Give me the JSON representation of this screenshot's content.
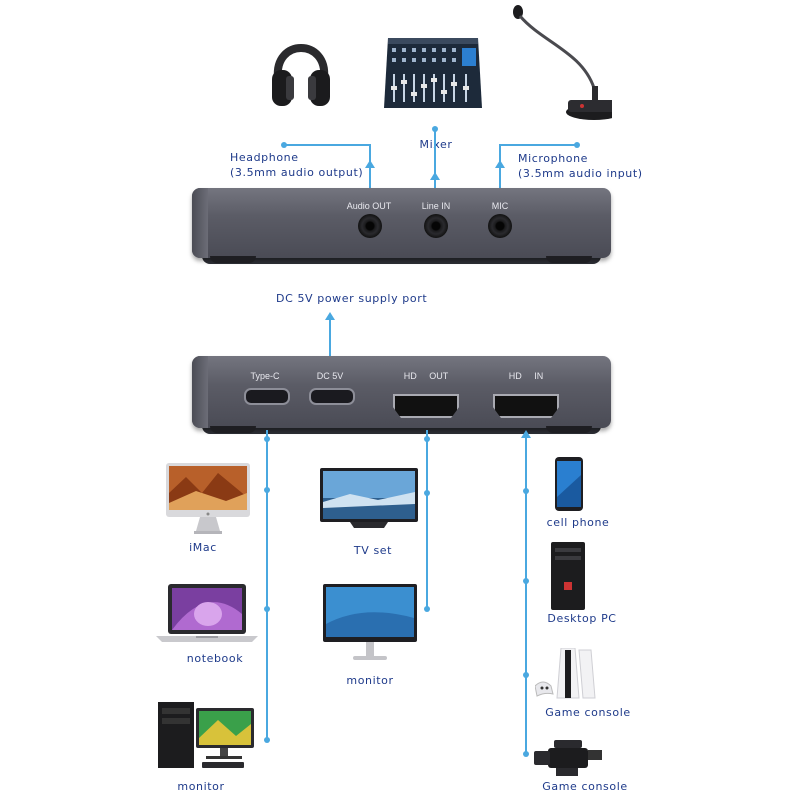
{
  "labels": {
    "headphone": [
      "Headphone",
      "(3.5mm audio output)"
    ],
    "mixer": "Mixer",
    "microphone": [
      "Microphone",
      "(3.5mm audio input)"
    ],
    "dc_port": "DC 5V power supply port",
    "imac": "iMac",
    "tv": "TV set",
    "cell_phone": "cell phone",
    "notebook": "notebook",
    "monitor_center": "monitor",
    "desktop_pc": "Desktop PC",
    "game_console_1": "Game console",
    "monitor_left": "monitor",
    "game_console_2": "Game console"
  },
  "ports_top": {
    "audio_out": "Audio OUT",
    "line_in": "Line IN",
    "mic": "MIC"
  },
  "ports_bottom": {
    "type_c": "Type-C",
    "dc5v": "DC 5V",
    "hd_out": "HD     OUT",
    "hd_in": "HD     IN"
  },
  "colors": {
    "connector_line": "#4aa8e0",
    "label_text": "#1e3a8a",
    "device_body": "#5b5c66"
  },
  "icons": [
    "headphones-icon",
    "audio-mixer-icon",
    "microphone-icon",
    "imac-icon",
    "tv-icon",
    "cell-phone-icon",
    "laptop-icon",
    "monitor-icon",
    "desktop-tower-icon",
    "game-console-icon",
    "desktop-workstation-icon",
    "video-camera-icon"
  ]
}
